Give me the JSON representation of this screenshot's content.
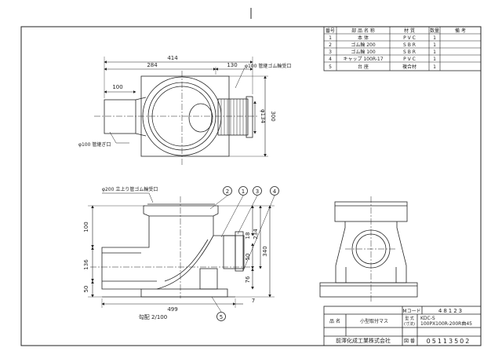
{
  "parts_table": {
    "headers": [
      "番号",
      "部 品 名 称",
      "材 質",
      "数量",
      "備 考"
    ],
    "rows": [
      [
        "1",
        "本 体",
        "P V C",
        "1",
        ""
      ],
      [
        "2",
        "ゴム輪 200",
        "S B R",
        "1",
        ""
      ],
      [
        "3",
        "ゴム輪 100",
        "S B R",
        "1",
        ""
      ],
      [
        "4",
        "キャップ 100R-17",
        "P V C",
        "1",
        ""
      ],
      [
        "5",
        "台 座",
        "複合材",
        "1",
        ""
      ]
    ]
  },
  "top_view": {
    "dim_overall_width": "414",
    "dim_left": "284",
    "dim_right": "130",
    "dim_pipe": "100",
    "dim_height": "300",
    "dim_dia": "φ134",
    "label_outlet": "φ100 管継ぎ口",
    "label_rubber_port": "φ100 管継ゴム輪受口"
  },
  "front_view": {
    "label_top_port": "φ200 立上り管ゴム輪受口",
    "dim_100": "100",
    "dim_136": "136",
    "dim_50_left": "50",
    "dim_18": "18",
    "dim_234": "234",
    "dim_340": "340",
    "dim_50_right": "50",
    "dim_76": "76",
    "dim_7": "7",
    "dim_499": "499",
    "callouts": [
      "2",
      "1",
      "3",
      "4",
      "5"
    ]
  },
  "scale_label": "勾配 2/100",
  "title_block": {
    "mcode_label": "Mコード",
    "mcode_value": "48123",
    "name_label": "品 名",
    "name_value": "小型取付マス",
    "model_label_1": "型 式",
    "model_label_2": "(寸法)",
    "model_value_1": "KDC-S",
    "model_value_2": "100PX100R-200R曲45",
    "company": "前澤化成工業株式会社",
    "drawing_no_label": "図 番",
    "drawing_no_value": "05113502"
  }
}
